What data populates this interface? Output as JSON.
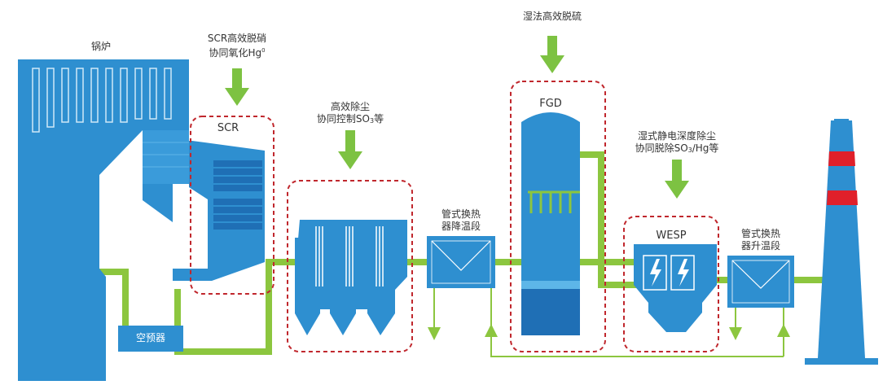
{
  "colors": {
    "equipment": "#2e8fd0",
    "equipment_dark": "#1f6fb5",
    "equipment_light": "#5db6e8",
    "flue_pipe": "#8cc63f",
    "arrow": "#7dc242",
    "dashed_border": "#c0272d",
    "chimney_band": "#e0202a",
    "text": "#333333"
  },
  "labels": {
    "boiler": "锅炉",
    "scr_note_line1": "SCR高效脱硝",
    "scr_note_line2": "协同氧化Hg",
    "scr_note_line2_sup": "0",
    "scr": "SCR",
    "esp_note_line1": "高效除尘",
    "esp_note_line2_pre": "协同控制SO",
    "esp_note_line2_sub": "3",
    "esp_note_line2_post": "等",
    "hx_down_line1": "管式换热",
    "hx_down_line2": "器降温段",
    "fgd_note": "湿法高效脱硫",
    "fgd": "FGD",
    "wesp_note_line1": "湿式静电深度除尘",
    "wesp_note_line2_pre": "协同脱除SO",
    "wesp_note_line2_sub": "3",
    "wesp_note_line2_post": "/Hg等",
    "wesp": "WESP",
    "hx_up_line1": "管式换热",
    "hx_up_line2": "器升温段",
    "air_preheater": "空预器"
  },
  "icons": {
    "process_arrow": "down-arrow-icon",
    "wesp_electrode": "lightning-icon"
  }
}
